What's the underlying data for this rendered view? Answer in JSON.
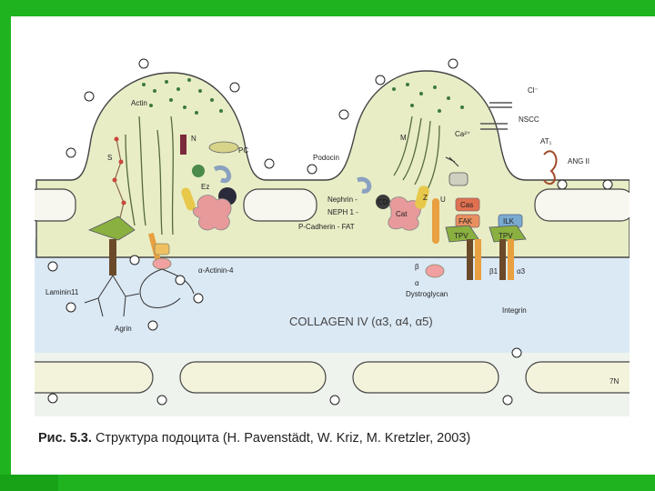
{
  "colors": {
    "frame_green": "#1fb41f",
    "cell_fill": "#e8edc6",
    "basement_fill": "#dbe9f5",
    "capillary_fill": "#f3f3dc",
    "outline": "#444444"
  },
  "caption": {
    "label": "Рис. 5.3.",
    "text": "Структура подоцита (H. Pavenstädt, W. Kriz, M. Kretzler, 2003)"
  },
  "labels": {
    "actin": "Actin",
    "s": "S",
    "n": "N",
    "pc": "PC",
    "ez": "Ez",
    "alpha_actinin": "α-Actinin-4",
    "laminin": "Laminin11",
    "agrin": "Agrin",
    "podocin": "Podocin",
    "nephrin": "Nephrin -",
    "neph1": "NEPH 1 -",
    "pcadherin": "P-Cadherin - FAT",
    "cd": "CD",
    "cat": "Cat",
    "z": "Z",
    "u": "U",
    "cas": "Cas",
    "fak": "FAK",
    "ilk": "ILK",
    "tpv1": "TPV",
    "tpv2": "TPV",
    "beta": "β",
    "alpha": "α",
    "dystroglycan": "Dystroglycan",
    "beta1": "β1",
    "alpha3": "α3",
    "integrin": "Integrin",
    "m": "M",
    "ca": "Ca²⁺",
    "cl": "Cl⁻",
    "nscc": "NSCC",
    "at1": "AT₁",
    "ang2": "ANG II",
    "collagen": "COLLAGEN IV (α3, α4, α5)",
    "scale": "7N"
  },
  "icons": {
    "charge": "negative-charge-icon"
  }
}
